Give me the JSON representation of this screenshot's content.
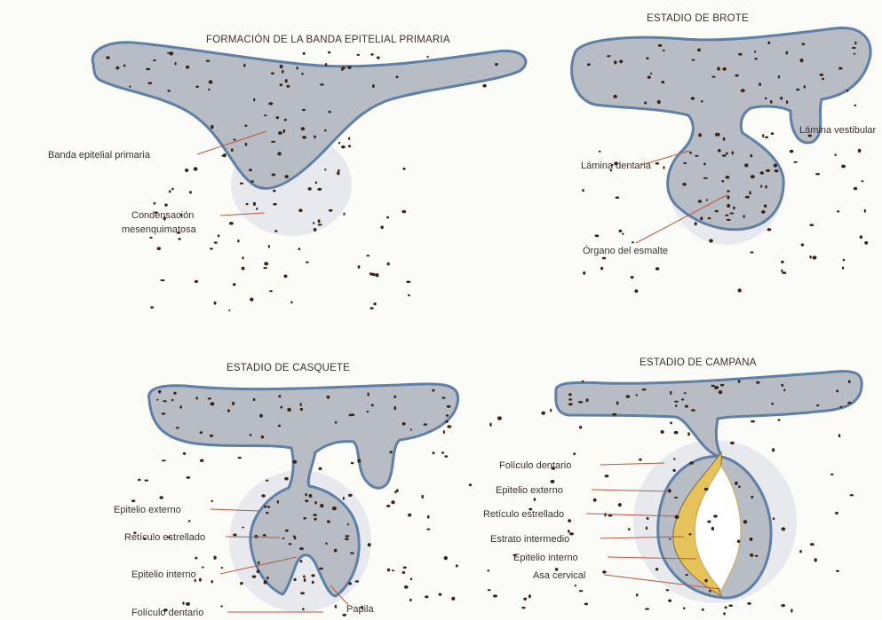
{
  "panels": [
    {
      "title": "FORMACIÓN DE LA BANDA EPITELIAL PRIMARIA",
      "labels": [
        "Banda epitelial primaria",
        "Condensación",
        "mesenquimatosa"
      ]
    },
    {
      "title": "ESTADIO DE BROTE",
      "labels": [
        "Lámina vestibular",
        "Lámina dentaria",
        "Órgano del esmalte"
      ]
    },
    {
      "title": "ESTADIO DE CASQUETE",
      "labels": [
        "Epitelio externo",
        "Retículo estrellado",
        "Epitelio interno",
        "Folículo dentario",
        "Papila"
      ]
    },
    {
      "title": "ESTADIO DE CAMPANA",
      "labels": [
        "Folículo dentario",
        "Epitelio externo",
        "Retículo estrellado",
        "Estrato intermedio",
        "Epitelio interno",
        "Asa cervical"
      ]
    }
  ],
  "colors": {
    "epithelium_fill": "#b8bcc4",
    "epithelium_outline": "#5f7fa6",
    "leader_line": "#b8563f",
    "enamel_layer": "#e6c35a",
    "dots": "#3a2418"
  }
}
